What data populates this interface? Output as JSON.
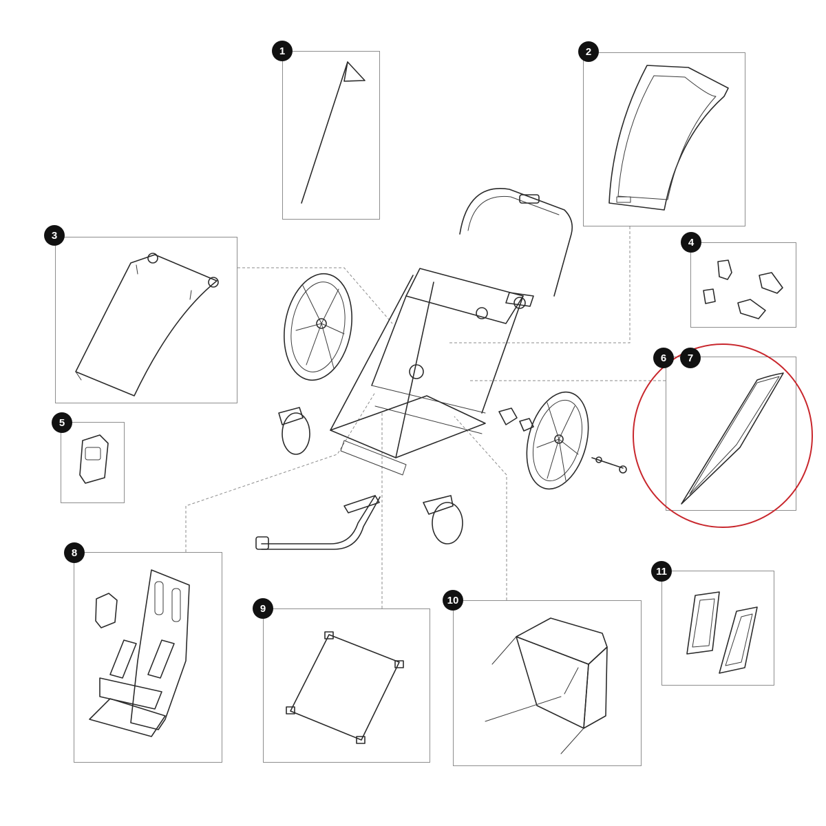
{
  "parts": [
    {
      "label": "1",
      "icon": "safety-flag-icon"
    },
    {
      "label": "2",
      "icon": "sun-canopy-icon"
    },
    {
      "label": "3",
      "icon": "canopy-frame-icon"
    },
    {
      "label": "4",
      "icon": "clips-set-icon"
    },
    {
      "label": "5",
      "icon": "buckle-icon"
    },
    {
      "label": "6",
      "icon": "panel-icon"
    },
    {
      "label": "7",
      "icon": "side-strip-icon"
    },
    {
      "label": "8",
      "icon": "seat-harness-icon"
    },
    {
      "label": "9",
      "icon": "floor-fabric-icon"
    },
    {
      "label": "10",
      "icon": "storage-bag-icon"
    },
    {
      "label": "11",
      "icon": "reflector-icon"
    }
  ],
  "highlight": {
    "color": "#c8262c",
    "parts": [
      "6",
      "7"
    ]
  }
}
